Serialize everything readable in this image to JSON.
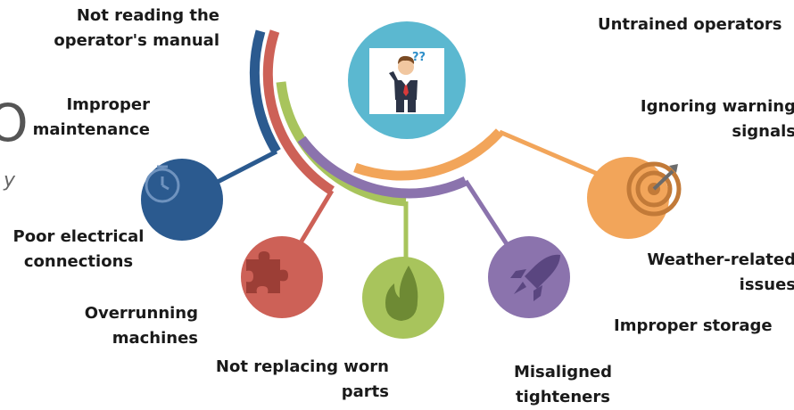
{
  "center": {
    "icon": "confused-businessman-icon",
    "question_marks": "??"
  },
  "colors": {
    "navy": "#2b5a8f",
    "red": "#cd6157",
    "green": "#a8c45c",
    "purple": "#8b73ad",
    "orange": "#f2a55a",
    "center_bg": "#5bb8d0"
  },
  "causes": [
    {
      "id": "not-reading-manual",
      "line1": "Not reading the",
      "line2": "operator's manual"
    },
    {
      "id": "improper-maintenance",
      "line1": "Improper",
      "line2": "maintenance"
    },
    {
      "id": "poor-electrical",
      "line1": "Poor electrical",
      "line2": "connections",
      "icon": "clock-icon",
      "color": "#2b5a8f"
    },
    {
      "id": "overrunning",
      "line1": "Overrunning",
      "line2": "machines",
      "icon": "puzzle-icon",
      "color": "#cd6157"
    },
    {
      "id": "not-replacing-parts",
      "line1": "Not replacing worn",
      "line2": "parts",
      "icon": "flame-icon",
      "color": "#a8c45c"
    },
    {
      "id": "misaligned",
      "line1": "Misaligned",
      "line2": "tighteners",
      "icon": "rocket-icon",
      "color": "#8b73ad"
    },
    {
      "id": "improper-storage",
      "line1": "Improper storage"
    },
    {
      "id": "weather",
      "line1": "Weather-related",
      "line2": "issues",
      "icon": "target-icon",
      "color": "#f2a55a"
    },
    {
      "id": "ignoring-warning",
      "line1": "Ignoring warning",
      "line2": "signals"
    },
    {
      "id": "untrained",
      "line1": "Untrained operators"
    }
  ],
  "left_fragments": {
    "big": "O",
    "small": "y"
  }
}
